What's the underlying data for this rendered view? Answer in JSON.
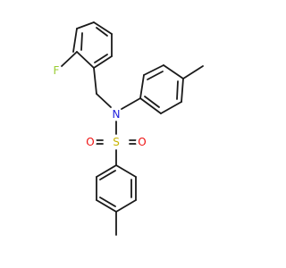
{
  "molecule": {
    "atoms": [
      {
        "id": "F",
        "label": "F",
        "color": "#9ACD32"
      },
      {
        "id": "N",
        "label": "N",
        "color": "#2222DD"
      },
      {
        "id": "S",
        "label": "S",
        "color": "#C8B400"
      },
      {
        "id": "O1",
        "label": "O",
        "color": "#EE1111"
      },
      {
        "id": "O2",
        "label": "O",
        "color": "#EE1111"
      }
    ],
    "bond_color": "#1a1a1a"
  }
}
